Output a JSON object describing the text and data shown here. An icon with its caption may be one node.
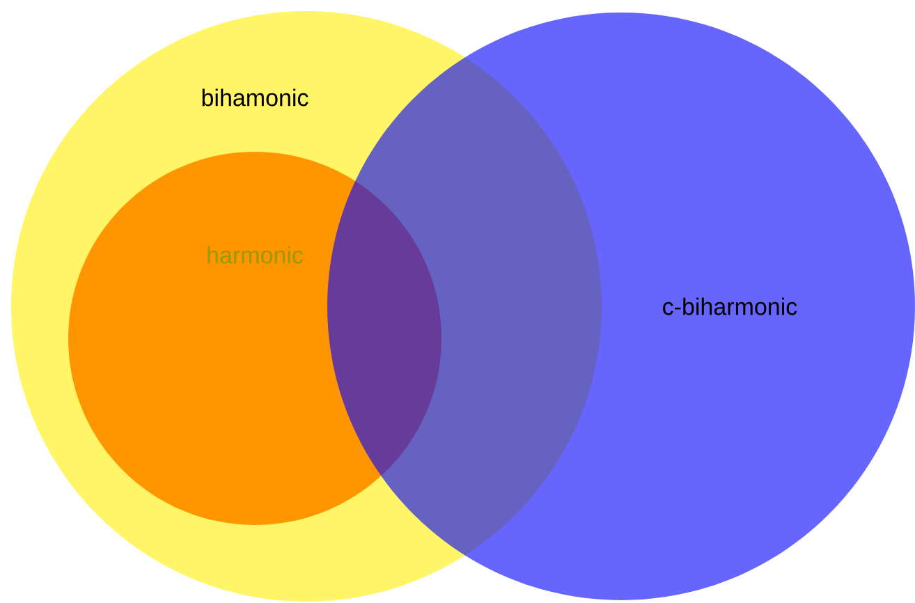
{
  "diagram": {
    "nodes": [
      {
        "text": [
          "bihamonic"
        ]
      },
      {
        "text": [
          "harmonic"
        ],
        "in": 0
      },
      {
        "text": [
          "c-biharmonic"
        ]
      }
    ]
  }
}
